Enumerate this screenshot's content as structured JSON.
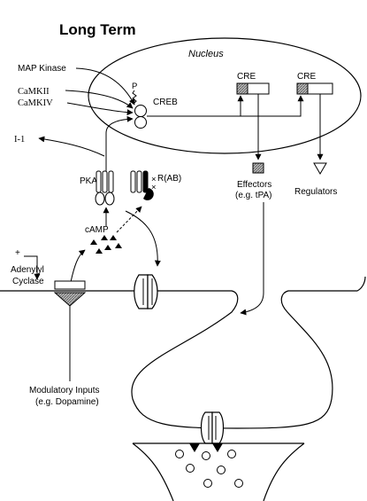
{
  "title": "Long Term",
  "labels": {
    "nucleus": "Nucleus",
    "map_kinase": "MAP Kinase",
    "camkii": "CaMKII",
    "camkiv": "CaMKIV",
    "p": "P",
    "creb": "CREB",
    "cre_1": "CRE",
    "cre_2": "CRE",
    "i1": "I-1",
    "pka": "PKA",
    "rab": "R(AB)",
    "camp": "cAMP",
    "plus": "+",
    "adenylyl": "Adenylyl",
    "cyclase": "Cyclase",
    "effectors": "Effectors",
    "effectors_eg": "(e.g. tPA)",
    "regulators": "Regulators",
    "modulatory": "Modulatory Inputs",
    "modulatory_eg": "(e.g. Dopamine)"
  }
}
